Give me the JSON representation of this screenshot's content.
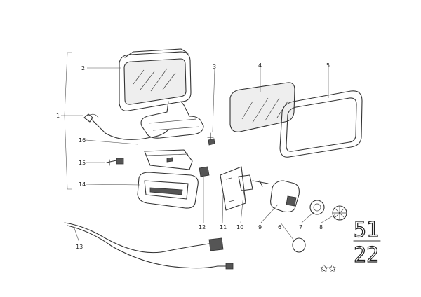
{
  "diagram": {
    "callouts": [
      "1",
      "2",
      "3",
      "4",
      "5",
      "6",
      "7",
      "8",
      "9",
      "10",
      "11",
      "12",
      "13",
      "14",
      "15",
      "16"
    ],
    "group_code_top": "51",
    "group_code_bottom": "22",
    "stars": "✩✩"
  }
}
